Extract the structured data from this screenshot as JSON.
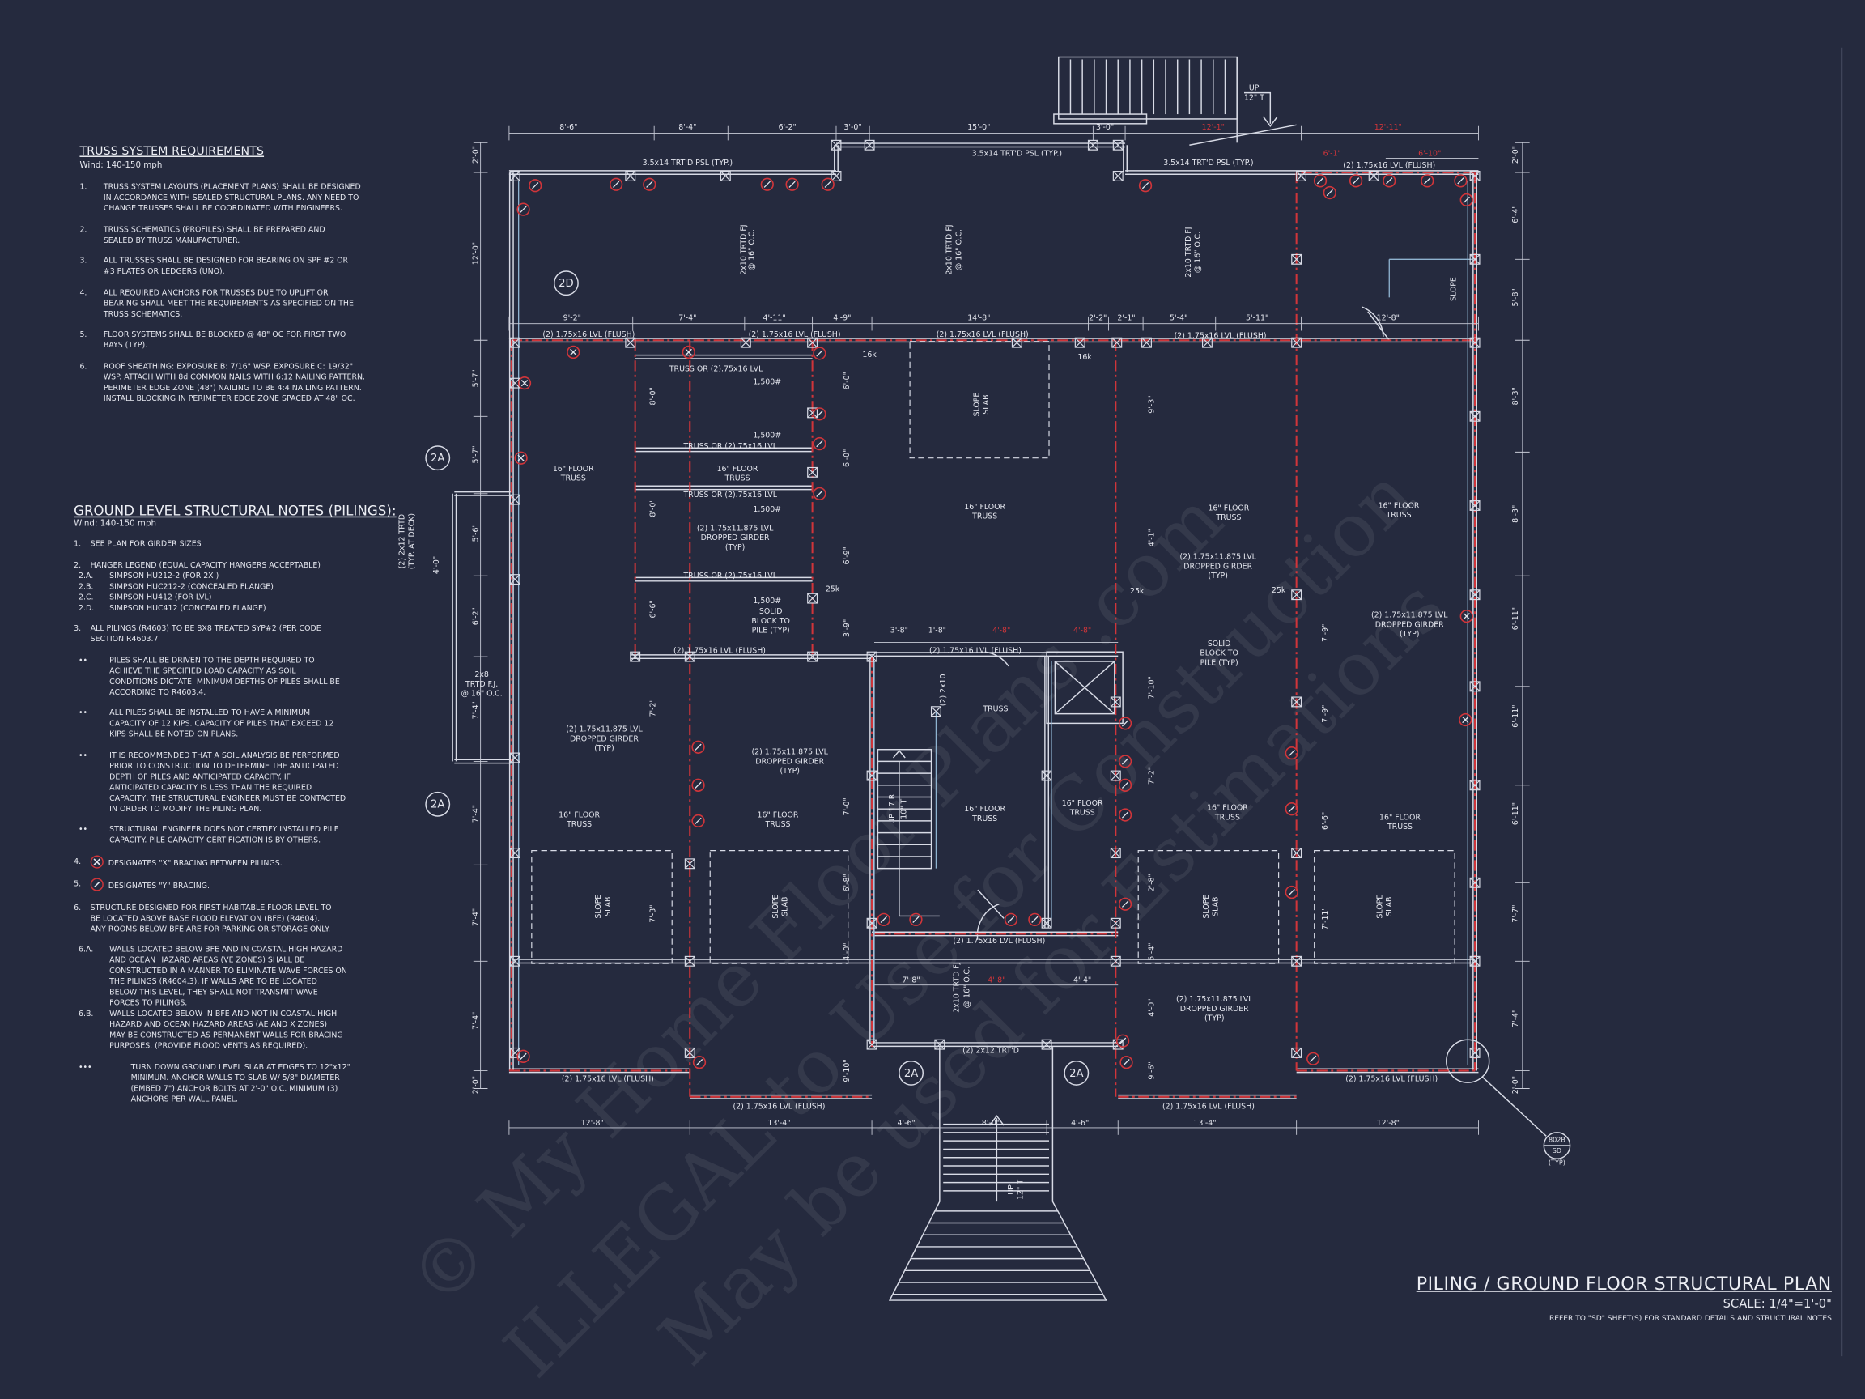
{
  "truss_notes": {
    "title": "TRUSS SYSTEM REQUIREMENTS",
    "wind": "Wind: 140-150 mph",
    "items": [
      {
        "num": "1.",
        "lines": [
          "TRUSS SYSTEM LAYOUTS (PLACEMENT PLANS)  SHALL BE DESIGNED",
          "IN ACCORDANCE WITH SEALED STRUCTURAL PLANS. ANY NEED TO",
          "CHANGE TRUSSES SHALL BE COORDINATED  WITH  ENGINEERS."
        ]
      },
      {
        "num": "2.",
        "lines": [
          "TRUSS SCHEMATICS (PROFILES) SHALL BE  PREPARED AND",
          "SEALED BY TRUSS  MANUFACTURER."
        ]
      },
      {
        "num": "3.",
        "lines": [
          "ALL TRUSSES SHALL BE DESIGNED FOR  BEARING ON SPF #2 OR",
          "#3 PLATES OR LEDGERS  (UNO)."
        ]
      },
      {
        "num": "4.",
        "lines": [
          "ALL REQUIRED ANCHORS FOR TRUSSES DUE  TO UPLIFT OR",
          "BEARING SHALL MEET THE  REQUIREMENTS AS SPECIFIED ON THE",
          "TRUSS  SCHEMATICS."
        ]
      },
      {
        "num": "5.",
        "lines": [
          "FLOOR SYSTEMS SHALL BE BLOCKED @ 48\" OC FOR FIRST TWO",
          "BAYS (TYP)."
        ]
      },
      {
        "num": "6.",
        "lines": [
          "ROOF SHEATHING: EXPOSURE B: 7/16\" WSP. EXPOSURE C: 19/32\"",
          "WSP. ATTACH WITH 8d COMMON NAILS WITH 6:12 NAILING PATTERN.",
          "PERIMETER EDGE ZONE (48\") NAILING TO BE 4:4 NAILING PATTERN.",
          "INSTALL BLOCKING IN PERIMETER EDGE ZONE SPACED AT 48\" OC."
        ]
      }
    ]
  },
  "ground_notes": {
    "title": "GROUND LEVEL STRUCTURAL NOTES (PILINGS):",
    "wind": "Wind: 140-150 mph",
    "items": [
      {
        "num": "1.",
        "indent": 0,
        "lines": [
          "SEE PLAN FOR GIRDER SIZES"
        ]
      },
      {
        "num": "2.",
        "indent": 0,
        "lines": [
          "HANGER LEGEND (EQUAL CAPACITY HANGERS ACCEPTABLE)"
        ]
      },
      {
        "num": "2.A.",
        "indent": 1,
        "lines": [
          "SIMPSON HU212-2 (FOR 2X )"
        ]
      },
      {
        "num": "2.B.",
        "indent": 1,
        "lines": [
          "SIMPSON HUC212-2 (CONCEALED FLANGE)"
        ]
      },
      {
        "num": "2.C.",
        "indent": 1,
        "lines": [
          "SIMPSON HU412 (FOR LVL)"
        ]
      },
      {
        "num": "2.D.",
        "indent": 1,
        "lines": [
          "SIMPSON HUC412 (CONCEALED FLANGE)"
        ]
      },
      {
        "num": "3.",
        "indent": 0,
        "lines": [
          "ALL PILINGS (R4603) TO BE 8X8 TREATED SYP#2 (PER CODE",
          "SECTION R4603.7"
        ]
      },
      {
        "num": "••",
        "indent": 2,
        "lines": [
          "PILES SHALL BE DRIVEN TO THE DEPTH REQUIRED TO",
          "ACHIEVE THE SPECIFIED LOAD CAPACITY AS SOIL",
          "CONDITIONS DICTATE. MINIMUM DEPTHS OF PILES SHALL BE",
          "ACCORDING TO R4603.4."
        ]
      },
      {
        "num": "••",
        "indent": 2,
        "lines": [
          "ALL PILES SHALL BE INSTALLED TO HAVE A MINIMUM",
          "CAPACITY OF 12 KIPS. CAPACITY OF PILES THAT EXCEED 12",
          "KIPS SHALL BE NOTED ON PLANS."
        ]
      },
      {
        "num": "••",
        "indent": 2,
        "lines": [
          "IT IS RECOMMENDED THAT A SOIL ANALYSIS BE PERFORMED",
          "PRIOR TO CONSTRUCTION TO DETERMINE THE ANTICIPATED",
          "DEPTH OF PILES AND ANTICIPATED CAPACITY. IF",
          "ANTICIPATED CAPACITY IS LESS THAN THE REQUIRED",
          "CAPACITY, THE STRUCTURAL ENGINEER MUST BE CONTACTED",
          "IN ORDER TO MODIFY THE PILING PLAN."
        ]
      },
      {
        "num": "••",
        "indent": 2,
        "lines": [
          "STRUCTURAL ENGINEER DOES NOT CERTIFY INSTALLED PILE",
          "CAPACITY. PILE CAPACITY CERTIFICATION IS BY OTHERS."
        ]
      },
      {
        "num": "4.",
        "indent": 0,
        "mark": "x-bracing",
        "lines": [
          "DESIGNATES \"X\" BRACING BETWEEN PILINGS."
        ]
      },
      {
        "num": "5.",
        "indent": 0,
        "mark": "y-bracing",
        "lines": [
          "DESIGNATES \"Y\" BRACING."
        ]
      },
      {
        "num": "6.",
        "indent": 0,
        "lines": [
          "STRUCTURE DESIGNED FOR FIRST HABITABLE FLOOR LEVEL TO",
          "BE LOCATED ABOVE BASE FLOOD ELEVATION (BFE) (R4604).",
          "ANY ROOMS BELOW BFE ARE FOR PARKING OR STORAGE ONLY."
        ]
      },
      {
        "num": "6.A.",
        "indent": 1,
        "lines": [
          "WALLS LOCATED BELOW BFE AND IN COASTAL HIGH HAZARD",
          "AND OCEAN HAZARD AREAS (VE ZONES) SHALL BE",
          "CONSTRUCTED IN A MANNER TO ELIMINATE WAVE FORCES ON",
          "THE PILINGS (R4604.3). IF WALLS ARE TO BE LOCATED",
          "BELOW THIS LEVEL, THEY SHALL NOT TRANSMIT WAVE",
          "FORCES TO  PILINGS."
        ]
      },
      {
        "num": "6.B.",
        "indent": 1,
        "lines": [
          "WALLS LOCATED BELOW IN BFE AND NOT IN COASTAL HIGH",
          "HAZARD AND OCEAN HAZARD AREAS (AE AND X ZONES)",
          "MAY BE CONSTRUCTED AS PERMANENT WALLS FOR BRACING",
          "PURPOSES. (PROVIDE FLOOD VENTS AS REQUIRED)."
        ]
      },
      {
        "num": "•••",
        "indent": 3,
        "lines": [
          "TURN DOWN GROUND LEVEL SLAB AT EDGES TO 12\"x12\"",
          "MINIMUM. ANCHOR WALLS TO SLAB W/ 5/8\" DIAMETER",
          "(EMBED 7\") ANCHOR BOLTS AT 2'-0\" O.C. MINIMUM (3)",
          "ANCHORS PER WALL PANEL."
        ]
      }
    ]
  },
  "title_block": {
    "title": "PILING / GROUND FLOOR STRUCTURAL PLAN",
    "scale": "SCALE: 1/4\"=1'-0\"",
    "reference": "REFER TO \"SD\" SHEET(S) FOR STANDARD DETAILS AND STRUCTURAL NOTES"
  },
  "watermark": [
    "© My Home Floor Plans .com",
    "ILLEGAL to Use for Construction",
    "May be used for Estimations"
  ],
  "colors": {
    "background": "#252a3e",
    "line": "#d8dbe6",
    "beam_red": "#d0353a",
    "wall_blue": "#8fb3d0"
  },
  "plan": {
    "dims_top": [
      "8'-6\"",
      "8'-4\"",
      "6'-2\"",
      "3'-0\"",
      "15'-0\"",
      "3'-0\"",
      "12'-1\"",
      "12'-11\"",
      "6'-1\"",
      "6'-10\""
    ],
    "dims_beam": [
      "9'-2\"",
      "7'-4\"",
      "4'-11\"",
      "4'-9\"",
      "14'-8\"",
      "2'-2\"",
      "2'-1\"",
      "5'-4\"",
      "5'-11\"",
      "12'-8\""
    ],
    "dims_bottom": [
      "12'-8\"",
      "13'-4\"",
      "4'-6\"",
      "8'-0\"",
      "4'-6\"",
      "13'-4\"",
      "12'-8\""
    ],
    "dims_right": [
      "2'-0\"",
      "6'-4\"",
      "5'-8\"",
      "8'-3\"",
      "8'-3\"",
      "6'-11\"",
      "6'-11\"",
      "6'-11\"",
      "7'-7\"",
      "7'-4\"",
      "2'-0\""
    ],
    "dims_left": [
      "2'-0\"",
      "12'-0\"",
      "5'-7\"",
      "5'-7\"",
      "5'-6\"",
      "6'-2\"",
      "7'-4\"",
      "7'-4\"",
      "7'-4\"",
      "7'-4\"",
      "2'-0\""
    ],
    "dims_inner": [
      "8'-0\"",
      "8'-0\"",
      "6'-6\"",
      "6'-0\"",
      "6'-0\"",
      "6'-9\"",
      "3'-9\"",
      "3'-8\"",
      "1'-8\"",
      "4'-8\"",
      "4'-8\"",
      "7'-8\"",
      "4'-8\"",
      "4'-4\"",
      "7'-10\"",
      "7'-2\"",
      "2'-8\"",
      "5'-4\"",
      "4'-0\"",
      "9'-6\"",
      "9'-3\"",
      "4'-1\"",
      "7'-9\"",
      "7'-9\"",
      "6'-6\"",
      "7'-11\"",
      "7'-3\"",
      "7'-2\"",
      "7'-0\"",
      "6'-8\"",
      "4'-0\"",
      "9'-10\"",
      "4'-0\""
    ],
    "labels": {
      "psl_1": "3.5x14 TRT'D PSL (TYP.)",
      "psl_2": "3.5x14 TRT'D PSL (TYP.)",
      "psl_3": "3.5x14 TRT'D PSL (TYP.)",
      "lvl_top_right": "(2) 1.75x16 LVL (FLUSH)",
      "fj_1": "2x10 TRTD FJ",
      "fj_1b": "@ 16\" O.C.",
      "fj_2": "2x10 TRTD FJ",
      "fj_2b": "@ 16\" O.C.",
      "fj_3": "2x10 TRTD FJ",
      "fj_3b": "@ 16\" O.C.",
      "fj_4": "2x10 TRTD FJ",
      "fj_4b": "@ 16\" O.C.",
      "lvl_beam_1": "(2) 1.75x16 LVL (FLUSH)",
      "lvl_beam_2": "(2) 1.75x16 LVL (FLUSH)",
      "lvl_beam_3": "(2) 1.75x16 LVL (FLUSH)",
      "lvl_beam_4": "(2) 1.75x16 LVL (FLUSH)",
      "lvl_mid_1": "(2) 1.75x16 LVL (FLUSH)",
      "lvl_mid_2": "(2) 1.75x16 LVL (FLUSH)",
      "lvl_low": "(2) 1.75x16 LVL (FLUSH)",
      "lvl_bot_1": "(2) 1.75x16 LVL (FLUSH)",
      "lvl_bot_2": "(2) 1.75x16 LVL (FLUSH)",
      "lvl_bot_3": "(2) 1.75x16 LVL (FLUSH)",
      "lvl_bot_4": "(2) 1.75x16 LVL (FLUSH)",
      "trtd_2x12": "(2) 2x12 TRT'D",
      "truss_or_1": "TRUSS OR (2).75x16 LVL",
      "truss_or_2": "TRUSS OR (2).75x16 LVL",
      "truss_or_3": "TRUSS OR (2).75x16 LVL",
      "truss_or_4": "TRUSS OR (2).75x16 LVL",
      "load_1": "1,500#",
      "load_2": "1,500#",
      "load_3": "1,500#",
      "load_4": "1,500#",
      "k16_1": "16k",
      "k16_2": "16k",
      "k25_1": "25k",
      "k25_2": "25k",
      "k25_3": "25k",
      "ft_a": "16\" FLOOR",
      "ft_a2": "TRUSS",
      "ft_b": "16\" FLOOR",
      "ft_b2": "TRUSS",
      "ft_c": "16\" FLOOR",
      "ft_c2": "TRUSS",
      "ft_d": "16\" FLOOR",
      "ft_d2": "TRUSS",
      "ft_e": "16\" FLOOR",
      "ft_e2": "TRUSS",
      "ft_f": "16\" FLOOR",
      "ft_f2": "TRUSS",
      "ft_g": "16\" FLOOR",
      "ft_g2": "TRUSS",
      "ft_h": "16\" FLOOR",
      "ft_h2": "TRUSS",
      "ft_i": "16\" FLOOR",
      "ft_i2": "TRUSS",
      "ft_j": "16\" FLOOR",
      "ft_j2": "TRUSS",
      "ft_k": "16\" FLOOR",
      "ft_k2": "TRUSS",
      "truss_small": "TRUSS",
      "dg_1a": "(2) 1.75x11.875 LVL",
      "dg_1b": "DROPPED GIRDER",
      "dg_1c": "(TYP)",
      "dg_2a": "(2) 1.75x11.875 LVL",
      "dg_2b": "DROPPED GIRDER",
      "dg_2c": "(TYP)",
      "dg_3a": "(2) 1.75x11.875 LVL",
      "dg_3b": "DROPPED GIRDER",
      "dg_3c": "(TYP)",
      "dg_4a": "(2) 1.75x11.875 LVL",
      "dg_4b": "DROPPED GIRDER",
      "dg_4c": "(TYP)",
      "dg_5a": "(2) 1.75x11.875 LVL",
      "dg_5b": "DROPPED GIRDER",
      "dg_5c": "(TYP)",
      "dg_6a": "(2) 1.75x11.875 LVL",
      "dg_6b": "DROPPED GIRDER",
      "dg_6c": "(TYP)",
      "sb_1a": "SOLID",
      "sb_1b": "BLOCK TO",
      "sb_1c": "PILE (TYP)",
      "sb_2a": "SOLID",
      "sb_2b": "BLOCK TO",
      "sb_2c": "PILE (TYP)",
      "slope_slab": "SLOPE",
      "slab": "SLAB",
      "slope_only": "SLOPE",
      "wing_1": "(2) 2x12 TRTD",
      "wing_2": "(TYP. AT DECK)",
      "wing_fj_1": "2x8",
      "wing_fj_2": "TRTD F.J.",
      "wing_fj_3": "@ 16\" O.C.",
      "stair_up_1": "UP",
      "stair_up_2": "12\" T",
      "stair_up_3": "UP 17 R",
      "stair_up_4": "10\" T",
      "stair_low_1": "UP",
      "stair_low_2": "12\" T",
      "joist_2x10": "(2) 2x10",
      "tag_2d": "2D",
      "tag_2a_1": "2A",
      "tag_2a_2": "2A",
      "tag_2a_3": "2A",
      "tag_2a_4": "2A",
      "detail_top": "802B",
      "detail_bot": "SD",
      "detail_typ": "(TYP)"
    }
  }
}
